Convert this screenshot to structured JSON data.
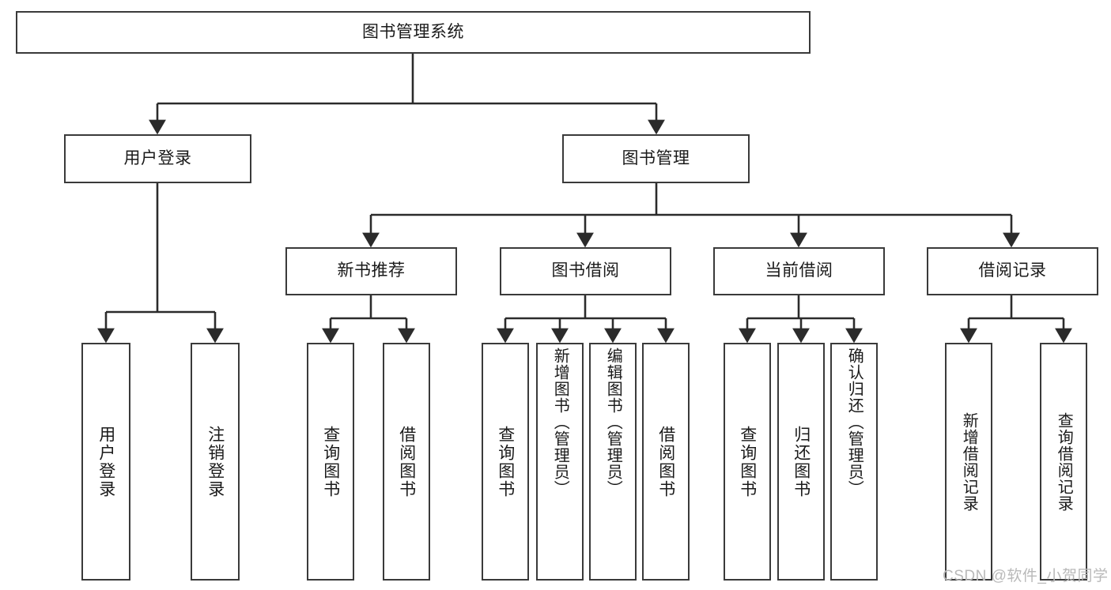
{
  "diagram": {
    "type": "tree-hierarchy-chart",
    "title": "图书管理系统",
    "orientation": "top-down",
    "colors": {
      "box_border": "#3a3a3a",
      "box_fill": "#ffffff",
      "edge": "#2b2b2b",
      "text": "#1a1a1a",
      "watermark": "#b9b9b9"
    },
    "nodes": {
      "root": {
        "label": "图书管理系统"
      },
      "level2": [
        {
          "id": "user-login",
          "label": "用户登录"
        },
        {
          "id": "book-management",
          "label": "图书管理"
        }
      ],
      "level3": [
        {
          "id": "new-book-recommend",
          "label": "新书推荐"
        },
        {
          "id": "book-borrow",
          "label": "图书借阅"
        },
        {
          "id": "current-borrow",
          "label": "当前借阅"
        },
        {
          "id": "borrow-record",
          "label": "借阅记录"
        }
      ],
      "leaves": {
        "user-login": [
          {
            "id": "leaf-user-login",
            "label": "用户登录"
          },
          {
            "id": "leaf-logout-login",
            "label": "注销登录"
          }
        ],
        "new-book-recommend": [
          {
            "id": "leaf-query-book-1",
            "label": "查询图书"
          },
          {
            "id": "leaf-borrow-book-1",
            "label": "借阅图书"
          }
        ],
        "book-borrow": [
          {
            "id": "leaf-query-book-2",
            "label": "查询图书"
          },
          {
            "id": "leaf-add-book-admin",
            "label": "新增图书（管理员）"
          },
          {
            "id": "leaf-edit-book-admin",
            "label": "编辑图书（管理员）"
          },
          {
            "id": "leaf-borrow-book-2",
            "label": "借阅图书"
          }
        ],
        "current-borrow": [
          {
            "id": "leaf-query-book-3",
            "label": "查询图书"
          },
          {
            "id": "leaf-return-book",
            "label": "归还图书"
          },
          {
            "id": "leaf-confirm-return-admin",
            "label": "确认归还（管理员）"
          }
        ],
        "borrow-record": [
          {
            "id": "leaf-add-borrow-record",
            "label": "新增借阅记录"
          },
          {
            "id": "leaf-query-borrow-record",
            "label": "查询借阅记录"
          }
        ]
      }
    }
  },
  "watermark": {
    "text": "CSDN @软件_小贺同学"
  }
}
